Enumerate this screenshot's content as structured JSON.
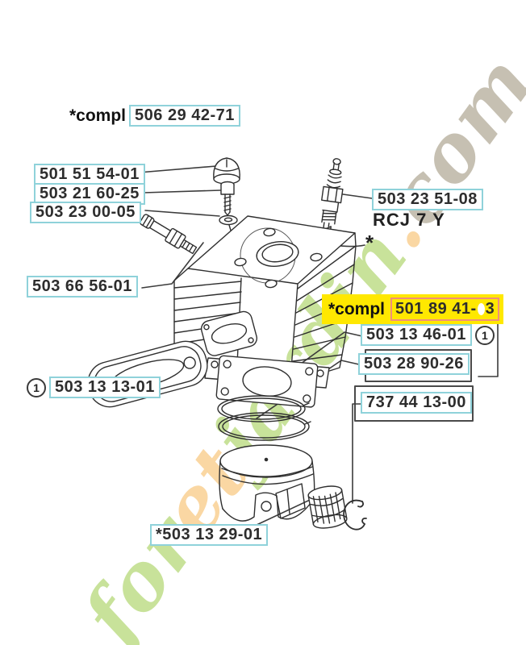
{
  "palette": {
    "box_border": "#8fd2da",
    "highlight": "#ffe800",
    "highlight_border": "#ef8f7c",
    "leader_line": "#3c3c3c",
    "art_line": "#2f2f2f",
    "label_text": "#2d2d2d",
    "watermark_green": "#c8e29a",
    "watermark_peach": "#fad7a3",
    "watermark_gray": "#c6c0b2"
  },
  "watermark": {
    "text": "foretjardin.com",
    "letter_colors": [
      "green",
      "green",
      "green",
      "peach",
      "peach",
      "green",
      "green",
      "green",
      "green",
      "green",
      "green",
      "peach",
      "gray",
      "gray",
      "gray"
    ]
  },
  "labels": {
    "top_assembly": {
      "prefix": "*compl",
      "number": "506 29 42-71"
    },
    "cap": {
      "number": "501 51 54-01"
    },
    "screw": {
      "number": "503 21 60-25"
    },
    "washer": {
      "number": "503 23 00-05"
    },
    "spark_plug": {
      "number": "503 23 51-08",
      "model": "RCJ 7 Y"
    },
    "decomp_valve": {
      "number": "503 66 56-01"
    },
    "cylinder_kit": {
      "prefix": "*compl",
      "number_start": "501 89 41-",
      "number_end": "3"
    },
    "base_gasket": {
      "number": "503 13 46-01",
      "ref": "1"
    },
    "piston_rings": {
      "number": "503 28 90-26"
    },
    "circlip": {
      "number": "737 44 13-00"
    },
    "exhaust_gasket": {
      "number": "503 13 13-01",
      "ref": "1"
    },
    "piston": {
      "number": "*503 13 29-01"
    },
    "asterisk_marker": "*"
  }
}
